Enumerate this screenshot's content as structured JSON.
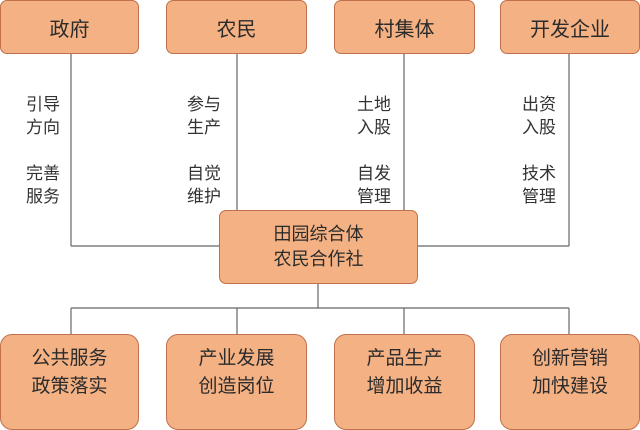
{
  "top_nodes": [
    {
      "label": "政府",
      "notes": [
        [
          "引导",
          "方向"
        ],
        [
          "完善",
          "服务"
        ]
      ]
    },
    {
      "label": "农民",
      "notes": [
        [
          "参与",
          "生产"
        ],
        [
          "自觉",
          "维护"
        ]
      ]
    },
    {
      "label": "村集体",
      "notes": [
        [
          "土地",
          "入股"
        ],
        [
          "自发",
          "管理"
        ]
      ]
    },
    {
      "label": "开发企业",
      "notes": [
        [
          "出资",
          "入股"
        ],
        [
          "技术",
          "管理"
        ]
      ]
    }
  ],
  "center_node": {
    "lines": [
      "田园综合体",
      "农民合作社"
    ]
  },
  "bottom_nodes": [
    {
      "lines": [
        "公共服务",
        "政策落实"
      ]
    },
    {
      "lines": [
        "产业发展",
        "创造岗位"
      ]
    },
    {
      "lines": [
        "产品生产",
        "增加收益"
      ]
    },
    {
      "lines": [
        "创新营销",
        "加快建设"
      ]
    }
  ],
  "colors": {
    "box_fill": "#f4b183",
    "box_border": "#c0704a",
    "line": "#666666"
  }
}
